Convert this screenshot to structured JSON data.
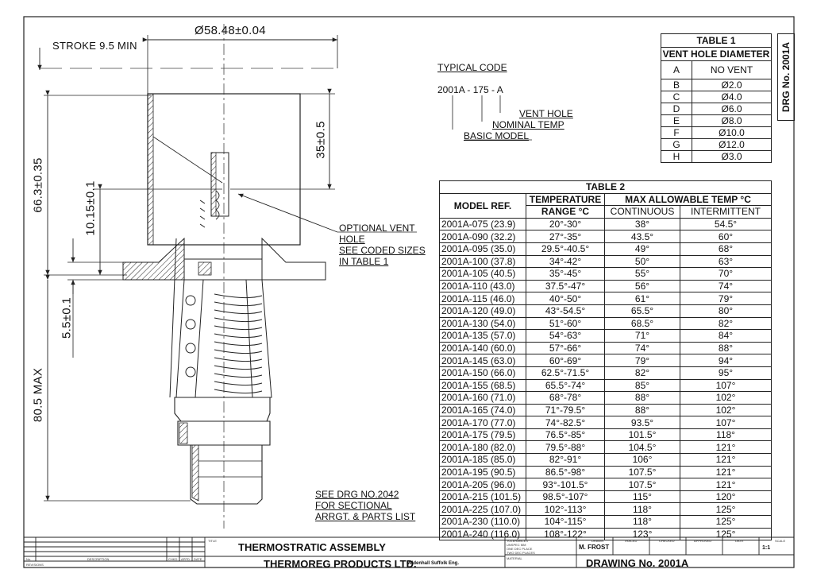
{
  "dimensions": {
    "top_diameter": "Ø58.48±0.04",
    "stroke": "STROKE 9.5 MIN",
    "overall_height": "66.3±0.35",
    "flange_to_vent": "10.15±0.1",
    "flange_gap": "5.5±0.1",
    "max_length": "80.5 MAX",
    "cup_height": "35±0.5"
  },
  "notes": {
    "vent_hole": [
      "OPTIONAL VENT",
      "HOLE",
      "SEE CODED SIZES",
      "IN TABLE 1"
    ],
    "sectional": [
      "SEE DRG NO.2042",
      "FOR SECTIONAL",
      "ARRGT. & PARTS LIST"
    ]
  },
  "typical_code": {
    "heading": "TYPICAL CODE",
    "code": "2001A - 175 - A",
    "labels": [
      "VENT HOLE",
      "NOMINAL TEMP",
      "BASIC MODEL"
    ]
  },
  "table1": {
    "title": "TABLE 1",
    "header": "VENT HOLE DIAMETER",
    "rows": [
      [
        "A",
        "NO VENT"
      ],
      [
        "B",
        "Ø2.0"
      ],
      [
        "C",
        "Ø4.0"
      ],
      [
        "D",
        "Ø6.0"
      ],
      [
        "E",
        "Ø8.0"
      ],
      [
        "F",
        "Ø10.0"
      ],
      [
        "G",
        "Ø12.0"
      ],
      [
        "H",
        "Ø3.0"
      ]
    ]
  },
  "drg_side": "DRG No.  2001A",
  "table2": {
    "title": "TABLE 2",
    "col_model": "MODEL REF.",
    "col_temp": "TEMPERATURE",
    "col_temp2": "RANGE °C",
    "col_max": "MAX ALLOWABLE TEMP °C",
    "col_cont": "CONTINUOUS",
    "col_int": "INTERMITTENT",
    "rows": [
      [
        "2001A-075  (23.9)",
        "20°-30°",
        "38°",
        "54.5°"
      ],
      [
        "2001A-090  (32.2)",
        "27°-35°",
        "43.5°",
        "60°"
      ],
      [
        "2001A-095  (35.0)",
        "29.5°-40.5°",
        "49°",
        "68°"
      ],
      [
        "2001A-100  (37.8)",
        "34°-42°",
        "50°",
        "63°"
      ],
      [
        "2001A-105  (40.5)",
        "35°-45°",
        "55°",
        "70°"
      ],
      [
        "2001A-110  (43.0)",
        "37.5°-47°",
        "56°",
        "74°"
      ],
      [
        "2001A-115  (46.0)",
        "40°-50°",
        "61°",
        "79°"
      ],
      [
        "2001A-120  (49.0)",
        "43°-54.5°",
        "65.5°",
        "80°"
      ],
      [
        "2001A-130  (54.0)",
        "51°-60°",
        "68.5°",
        "82°"
      ],
      [
        "2001A-135  (57.0)",
        "54°-63°",
        "71°",
        "84°"
      ],
      [
        "2001A-140  (60.0)",
        "57°-66°",
        "74°",
        "88°"
      ],
      [
        "2001A-145  (63.0)",
        "60°-69°",
        "79°",
        "94°"
      ],
      [
        "2001A-150  (66.0)",
        "62.5°-71.5°",
        "82°",
        "95°"
      ],
      [
        "2001A-155  (68.5)",
        "65.5°-74°",
        "85°",
        "107°"
      ],
      [
        "2001A-160  (71.0)",
        "68°-78°",
        "88°",
        "102°"
      ],
      [
        "2001A-165  (74.0)",
        "71°-79.5°",
        "88°",
        "102°"
      ],
      [
        "2001A-170  (77.0)",
        "74°-82.5°",
        "93.5°",
        "107°"
      ],
      [
        "2001A-175  (79.5)",
        "76.5°-85°",
        "101.5°",
        "118°"
      ],
      [
        "2001A-180  (82.0)",
        "79.5°-88°",
        "104.5°",
        "121°"
      ],
      [
        "2001A-185  (85.0)",
        "82°-91°",
        "106°",
        "121°"
      ],
      [
        "2001A-195  (90.5)",
        "86.5°-98°",
        "107.5°",
        "121°"
      ],
      [
        "2001A-205  (96.0)",
        "93°-101.5°",
        "107.5°",
        "121°"
      ],
      [
        "2001A-215  (101.5)",
        "98.5°-107°",
        "115°",
        "120°"
      ],
      [
        "2001A-225  (107.0)",
        "102°-113°",
        "118°",
        "125°"
      ],
      [
        "2001A-230  (110.0)",
        "104°-115°",
        "118°",
        "125°"
      ],
      [
        "2001A-240  (116.0)",
        "108°-122°",
        "123°",
        "125°"
      ]
    ]
  },
  "title_block": {
    "title_label": "TITLE",
    "title": "THERMOSTRATIC ASSEMBLY",
    "company": "THERMOREG PRODUCTS LTD.",
    "location": "Mildenhall Suffolk Eng.",
    "tolerances_label": "TOLERANCES",
    "tol_lines": [
      "UNSPEC MM",
      "ONE DEC PLACE",
      "TWO DEC PLACES"
    ],
    "material_label": "MATERIAL",
    "drawn_label": "DRAWN",
    "drawn_by": "M. FROST",
    "traced_label": "TRACED",
    "checked_label": "CHECKED",
    "approved_label": "APPROVED",
    "date_label": "DATE",
    "scale_label": "SCALE",
    "scale": "1:1",
    "drawing_no": "DRAWING No.  2001A",
    "rev_no": "No.",
    "rev_desc": "DESCRIPTION",
    "rev_chkd": "CHKD",
    "rev_apprd": "APPD",
    "rev_date": "DATE",
    "revisions": "REVISIONS"
  }
}
